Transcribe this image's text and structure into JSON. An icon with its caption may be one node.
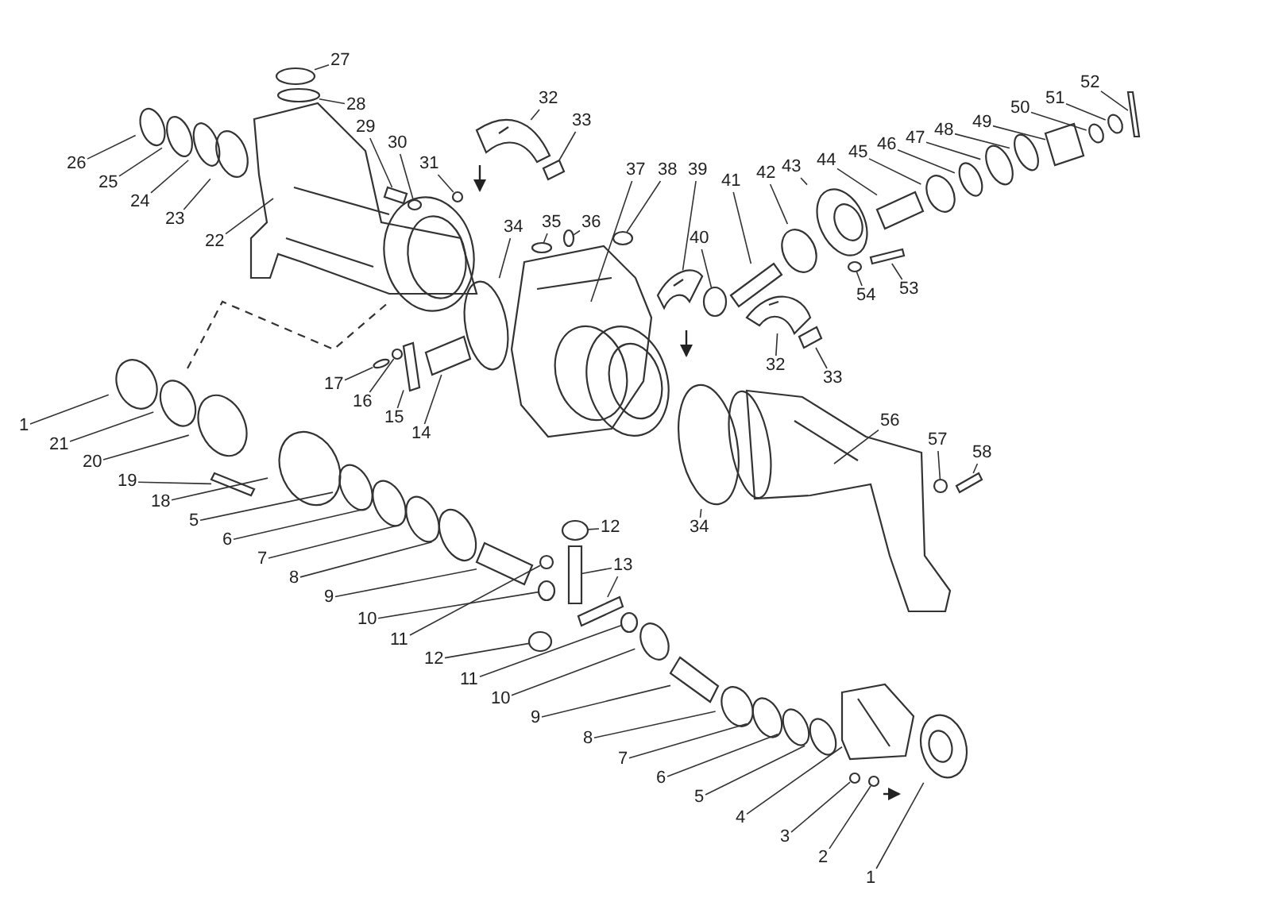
{
  "diagram": {
    "nodes": [
      {
        "text": [
          "27"
        ]
      },
      {
        "text": [
          "28"
        ]
      },
      {
        "text": [
          "26"
        ]
      },
      {
        "text": [
          "25"
        ]
      },
      {
        "text": [
          "24"
        ]
      },
      {
        "text": [
          "23"
        ]
      },
      {
        "text": [
          "22"
        ]
      },
      {
        "text": [
          "29"
        ]
      },
      {
        "text": [
          "30"
        ]
      },
      {
        "text": [
          "31"
        ]
      },
      {
        "text": [
          "32"
        ]
      },
      {
        "text": [
          "33"
        ]
      },
      {
        "text": [
          "34"
        ]
      },
      {
        "text": [
          "35"
        ]
      },
      {
        "text": [
          "36"
        ]
      },
      {
        "text": [
          "37"
        ]
      },
      {
        "text": [
          "38"
        ]
      },
      {
        "text": [
          "39"
        ]
      },
      {
        "text": [
          "40"
        ]
      },
      {
        "text": [
          "41"
        ]
      },
      {
        "text": [
          "42"
        ]
      },
      {
        "text": [
          "43"
        ]
      },
      {
        "text": [
          "44"
        ]
      },
      {
        "text": [
          "45"
        ]
      },
      {
        "text": [
          "46"
        ]
      },
      {
        "text": [
          "47"
        ]
      },
      {
        "text": [
          "48"
        ]
      },
      {
        "text": [
          "49"
        ]
      },
      {
        "text": [
          "50"
        ]
      },
      {
        "text": [
          "51"
        ]
      },
      {
        "text": [
          "52"
        ]
      },
      {
        "text": [
          "53"
        ]
      },
      {
        "text": [
          "54"
        ]
      },
      {
        "text": [
          "32"
        ]
      },
      {
        "text": [
          "33"
        ]
      },
      {
        "text": [
          "56"
        ]
      },
      {
        "text": [
          "57"
        ]
      },
      {
        "text": [
          "58"
        ]
      },
      {
        "text": [
          "34"
        ]
      },
      {
        "text": [
          "17"
        ]
      },
      {
        "text": [
          "16"
        ]
      },
      {
        "text": [
          "15"
        ]
      },
      {
        "text": [
          "14"
        ]
      },
      {
        "text": [
          "1"
        ]
      },
      {
        "text": [
          "21"
        ]
      },
      {
        "text": [
          "20"
        ]
      },
      {
        "text": [
          "19"
        ]
      },
      {
        "text": [
          "18"
        ]
      },
      {
        "text": [
          "5"
        ]
      },
      {
        "text": [
          "6"
        ]
      },
      {
        "text": [
          "7"
        ]
      },
      {
        "text": [
          "8"
        ]
      },
      {
        "text": [
          "9"
        ]
      },
      {
        "text": [
          "10"
        ]
      },
      {
        "text": [
          "11"
        ]
      },
      {
        "text": [
          "12"
        ]
      },
      {
        "text": [
          "13"
        ]
      },
      {
        "text": [
          "12"
        ]
      },
      {
        "text": [
          "11"
        ]
      },
      {
        "text": [
          "10"
        ]
      },
      {
        "text": [
          "9"
        ]
      },
      {
        "text": [
          "8"
        ]
      },
      {
        "text": [
          "7"
        ]
      },
      {
        "text": [
          "6"
        ]
      },
      {
        "text": [
          "5"
        ]
      },
      {
        "text": [
          "4"
        ]
      },
      {
        "text": [
          "3"
        ]
      },
      {
        "text": [
          "2"
        ]
      },
      {
        "text": [
          "1"
        ]
      },
      {
        "text": [],
        "shape": "circle"
      },
      {
        "text": [],
        "shape": "circle"
      },
      {
        "text": [],
        "shape": "circle"
      },
      {
        "text": [],
        "shape": "circle"
      },
      {
        "text": [],
        "shape": "circle"
      },
      {
        "text": [],
        "shape": "circle"
      },
      {
        "text": [],
        "shape": "picture"
      },
      {
        "text": [],
        "shape": "box"
      },
      {
        "text": [],
        "shape": "circle"
      },
      {
        "text": [],
        "shape": "circle"
      },
      {
        "text": [],
        "shape": "picture"
      },
      {
        "text": [],
        "shape": "box"
      },
      {
        "text": [],
        "shape": "circle"
      },
      {
        "text": [],
        "shape": "circle"
      },
      {
        "text": [],
        "shape": "circle"
      },
      {
        "text": [],
        "shape": "picture"
      },
      {
        "text": [],
        "shape": "circle"
      },
      {
        "text": [],
        "shape": "picture"
      },
      {
        "text": [],
        "shape": "circle"
      },
      {
        "text": [],
        "shape": "box"
      },
      {
        "text": [],
        "shape": "circle"
      },
      {
        "text": [],
        "shape": "circle"
      },
      {
        "text": [],
        "shape": "box"
      },
      {
        "text": [],
        "shape": "circle"
      },
      {
        "text": [],
        "shape": "circle"
      },
      {
        "text": [],
        "shape": "circle"
      },
      {
        "text": [],
        "shape": "circle"
      },
      {
        "text": [],
        "shape": "box"
      },
      {
        "text": [],
        "shape": "circle"
      },
      {
        "text": [],
        "shape": "circle"
      },
      {
        "text": [],
        "shape": "box"
      },
      {
        "text": [],
        "shape": "box"
      },
      {
        "text": [],
        "shape": "circle"
      },
      {
        "text": [],
        "shape": "picture"
      },
      {
        "text": [],
        "shape": "box"
      },
      {
        "text": [],
        "shape": "picture"
      },
      {
        "text": [],
        "shape": "circle"
      },
      {
        "text": [],
        "shape": "box"
      },
      {
        "text": [],
        "shape": "circle"
      },
      {
        "text": [],
        "shape": "circle"
      },
      {
        "text": [],
        "shape": "circle"
      },
      {
        "text": [],
        "shape": "box"
      },
      {
        "text": [],
        "shape": "box"
      },
      {
        "text": [],
        "shape": "circle"
      },
      {
        "text": [],
        "shape": "circle"
      },
      {
        "text": [],
        "shape": "circle"
      },
      {
        "text": [],
        "shape": "box"
      },
      {
        "text": [],
        "shape": "circle"
      },
      {
        "text": [],
        "shape": "circle"
      },
      {
        "text": [],
        "shape": "circle"
      },
      {
        "text": [],
        "shape": "circle"
      },
      {
        "text": [],
        "shape": "circle"
      },
      {
        "text": [],
        "shape": "box"
      },
      {
        "text": [],
        "shape": "circle"
      },
      {
        "text": [],
        "shape": "circle"
      },
      {
        "text": [],
        "shape": "circle"
      },
      {
        "text": [],
        "shape": "box"
      },
      {
        "text": [],
        "shape": "circle"
      },
      {
        "text": [],
        "shape": "circle"
      },
      {
        "text": [],
        "shape": "circle"
      },
      {
        "text": [],
        "shape": "box"
      },
      {
        "text": [],
        "shape": "circle"
      },
      {
        "text": [],
        "shape": "circle"
      },
      {
        "text": [],
        "shape": "circle"
      },
      {
        "text": [],
        "shape": "circle"
      },
      {
        "text": [],
        "shape": "picture"
      },
      {
        "text": [],
        "shape": "circle"
      },
      {
        "text": [],
        "shape": "circle"
      },
      {
        "text": [],
        "shape": "circle"
      },
      {
        "text": [],
        "shape": "box"
      }
    ],
    "edges": [
      {
        "from": 0,
        "to": 69,
        "arrow": "none"
      },
      {
        "from": 1,
        "to": 70,
        "arrow": "none"
      },
      {
        "from": 2,
        "to": 71,
        "arrow": "none"
      },
      {
        "from": 3,
        "to": 72,
        "arrow": "none"
      },
      {
        "from": 4,
        "to": 73,
        "arrow": "none"
      },
      {
        "from": 5,
        "to": 74,
        "arrow": "none"
      },
      {
        "from": 6,
        "to": 75,
        "arrow": "none"
      },
      {
        "from": 7,
        "to": 76,
        "arrow": "none"
      },
      {
        "from": 8,
        "to": 77,
        "arrow": "none"
      },
      {
        "from": 9,
        "to": 78,
        "arrow": "none"
      },
      {
        "from": 10,
        "to": 79,
        "arrow": "none"
      },
      {
        "from": 11,
        "to": 80,
        "arrow": "none"
      },
      {
        "from": 12,
        "to": 81,
        "arrow": "none"
      },
      {
        "from": 13,
        "to": 82,
        "arrow": "none"
      },
      {
        "from": 14,
        "to": 83,
        "arrow": "none"
      },
      {
        "from": 15,
        "to": 84,
        "arrow": "none"
      },
      {
        "from": 16,
        "to": 85,
        "arrow": "none"
      },
      {
        "from": 17,
        "to": 86,
        "arrow": "none"
      },
      {
        "from": 18,
        "to": 87,
        "arrow": "none"
      },
      {
        "from": 19,
        "to": 88,
        "arrow": "none"
      },
      {
        "from": 20,
        "to": 89,
        "arrow": "none"
      },
      {
        "from": 21,
        "to": 90,
        "arrow": "none"
      },
      {
        "from": 22,
        "to": 91,
        "arrow": "none"
      },
      {
        "from": 23,
        "to": 92,
        "arrow": "none"
      },
      {
        "from": 24,
        "to": 93,
        "arrow": "none"
      },
      {
        "from": 25,
        "to": 94,
        "arrow": "none"
      },
      {
        "from": 26,
        "to": 95,
        "arrow": "none"
      },
      {
        "from": 27,
        "to": 96,
        "arrow": "none"
      },
      {
        "from": 28,
        "to": 97,
        "arrow": "none"
      },
      {
        "from": 29,
        "to": 98,
        "arrow": "none"
      },
      {
        "from": 30,
        "to": 99,
        "arrow": "none"
      },
      {
        "from": 31,
        "to": 100,
        "arrow": "none"
      },
      {
        "from": 32,
        "to": 101,
        "arrow": "none"
      },
      {
        "from": 33,
        "to": 102,
        "arrow": "none"
      },
      {
        "from": 34,
        "to": 103,
        "arrow": "none"
      },
      {
        "from": 35,
        "to": 104,
        "arrow": "none"
      },
      {
        "from": 36,
        "to": 105,
        "arrow": "none"
      },
      {
        "from": 37,
        "to": 106,
        "arrow": "none"
      },
      {
        "from": 38,
        "to": 107,
        "arrow": "none"
      },
      {
        "from": 39,
        "to": 108,
        "arrow": "none"
      },
      {
        "from": 40,
        "to": 109,
        "arrow": "none"
      },
      {
        "from": 41,
        "to": 110,
        "arrow": "none"
      },
      {
        "from": 42,
        "to": 111,
        "arrow": "none"
      },
      {
        "from": 43,
        "to": 112,
        "arrow": "none"
      },
      {
        "from": 44,
        "to": 113,
        "arrow": "none"
      },
      {
        "from": 45,
        "to": 114,
        "arrow": "none"
      },
      {
        "from": 46,
        "to": 115,
        "arrow": "none"
      },
      {
        "from": 47,
        "to": 116,
        "arrow": "none"
      },
      {
        "from": 48,
        "to": 117,
        "arrow": "none"
      },
      {
        "from": 49,
        "to": 118,
        "arrow": "none"
      },
      {
        "from": 50,
        "to": 119,
        "arrow": "none"
      },
      {
        "from": 51,
        "to": 120,
        "arrow": "none"
      },
      {
        "from": 52,
        "to": 121,
        "arrow": "none"
      },
      {
        "from": 53,
        "to": 122,
        "arrow": "none"
      },
      {
        "from": 54,
        "to": 123,
        "arrow": "none"
      },
      {
        "from": 55,
        "to": 124,
        "arrow": "none"
      },
      {
        "from": 56,
        "to": 125,
        "arrow": "none"
      },
      {
        "from": 57,
        "to": 126,
        "arrow": "none"
      },
      {
        "from": 58,
        "to": 127,
        "arrow": "none"
      },
      {
        "from": 59,
        "to": 128,
        "arrow": "none"
      },
      {
        "from": 60,
        "to": 129,
        "arrow": "none"
      },
      {
        "from": 61,
        "to": 130,
        "arrow": "none"
      },
      {
        "from": 62,
        "to": 131,
        "arrow": "none"
      },
      {
        "from": 63,
        "to": 132,
        "arrow": "none"
      },
      {
        "from": 64,
        "to": 133,
        "arrow": "none"
      },
      {
        "from": 65,
        "to": 134,
        "arrow": "none"
      },
      {
        "from": 66,
        "to": 135,
        "arrow": "none"
      },
      {
        "from": 67,
        "to": 136,
        "arrow": "none"
      },
      {
        "from": 68,
        "to": 137,
        "arrow": "none"
      },
      {
        "from": 56,
        "to": 138,
        "arrow": "none"
      }
    ]
  }
}
